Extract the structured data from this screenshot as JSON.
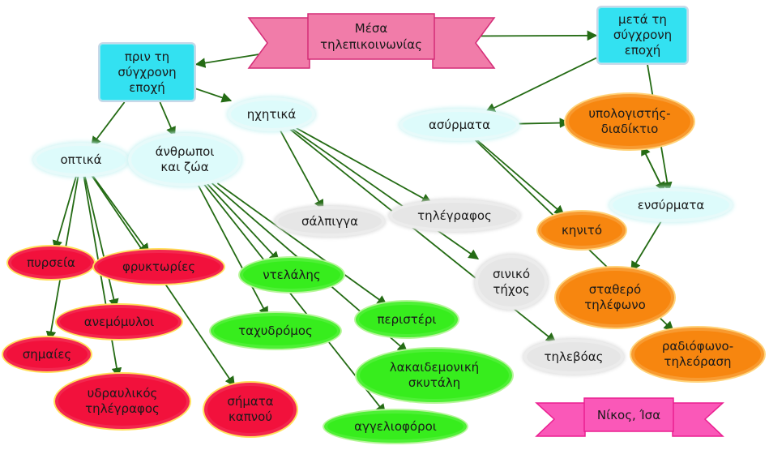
{
  "title": "Μέσα\nτηλεπικοινωνίας",
  "author": "Νίκος, Ίσα",
  "colors": {
    "edge": "#246b14",
    "banner_fill": "#f17ca9",
    "banner_stroke": "#d42c77",
    "author_fill": "#fa58b8",
    "author_stroke": "#ea1f90"
  },
  "nodes": [
    {
      "id": "before",
      "label": "πριν τη\nσύγχρονη\nεποχή",
      "style": "rect"
    },
    {
      "id": "after",
      "label": "μετά τη\nσύγχρονη\nεποχή",
      "style": "rect"
    },
    {
      "id": "optika",
      "label": "οπτικά",
      "style": "light-cyan"
    },
    {
      "id": "anthropoi",
      "label": "άνθρωποι\nκαι ζώα",
      "style": "light-cyan"
    },
    {
      "id": "ichitika",
      "label": "ηχητικά",
      "style": "light-cyan"
    },
    {
      "id": "asyrmata",
      "label": "ασύρματα",
      "style": "light-cyan"
    },
    {
      "id": "ensyrmata",
      "label": "ενσύρματα",
      "style": "light-cyan"
    },
    {
      "id": "ypologistis",
      "label": "υπολογιστής-\nδιαδίκτιο",
      "style": "orange"
    },
    {
      "id": "kinito",
      "label": "κηνιτό",
      "style": "orange"
    },
    {
      "id": "statheros",
      "label": "σταθερό\nτηλέφωνο",
      "style": "orange"
    },
    {
      "id": "radiofono",
      "label": "ραδιόφωνο-\nτηλεόραση",
      "style": "orange"
    },
    {
      "id": "salpigga",
      "label": "σάλπιγγα",
      "style": "gray"
    },
    {
      "id": "tilegrafos",
      "label": "τηλέγραφος",
      "style": "gray"
    },
    {
      "id": "siniko",
      "label": "σινικό\nτήχος",
      "style": "gray"
    },
    {
      "id": "tilevoas",
      "label": "τηλεβόας",
      "style": "gray"
    },
    {
      "id": "pyrseia",
      "label": "πυρσεία",
      "style": "red"
    },
    {
      "id": "fryktories",
      "label": "φρυκτωρίες",
      "style": "red"
    },
    {
      "id": "anemomyloi",
      "label": "ανεμόμυλοι",
      "style": "red"
    },
    {
      "id": "simaies",
      "label": "σημαίες",
      "style": "red"
    },
    {
      "id": "ydravlikos",
      "label": "υδραυλικός\nτηλέγραφος",
      "style": "red"
    },
    {
      "id": "simata",
      "label": "σήματα\nκαπνού",
      "style": "red"
    },
    {
      "id": "ntelalis",
      "label": "ντελάλης",
      "style": "green"
    },
    {
      "id": "peristeri",
      "label": "περιστέρι",
      "style": "green"
    },
    {
      "id": "tachydromos",
      "label": "ταχυδρόμος",
      "style": "green"
    },
    {
      "id": "lakaidemoniki",
      "label": "λακαιδεμονική\nσκυτάλη",
      "style": "green"
    },
    {
      "id": "aggeliofori",
      "label": "αγγελιοφόροι",
      "style": "green"
    }
  ],
  "edges": [
    [
      "title",
      "before"
    ],
    [
      "title",
      "after"
    ],
    [
      "before",
      "optika"
    ],
    [
      "before",
      "anthropoi"
    ],
    [
      "before",
      "ichitika"
    ],
    [
      "after",
      "asyrmata"
    ],
    [
      "after",
      "ensyrmata"
    ],
    [
      "asyrmata",
      "ypologistis"
    ],
    [
      "ensyrmata",
      "ypologistis"
    ],
    [
      "ypologistis",
      "ensyrmata"
    ],
    [
      "asyrmata",
      "kinito"
    ],
    [
      "asyrmata",
      "radiofono"
    ],
    [
      "ensyrmata",
      "statheros"
    ],
    [
      "ichitika",
      "salpigga"
    ],
    [
      "ichitika",
      "tilegrafos"
    ],
    [
      "ichitika",
      "siniko"
    ],
    [
      "ichitika",
      "tilevoas"
    ],
    [
      "optika",
      "pyrseia"
    ],
    [
      "optika",
      "fryktories"
    ],
    [
      "optika",
      "anemomyloi"
    ],
    [
      "optika",
      "simaies"
    ],
    [
      "optika",
      "ydravlikos"
    ],
    [
      "optika",
      "simata"
    ],
    [
      "anthropoi",
      "ntelalis"
    ],
    [
      "anthropoi",
      "peristeri"
    ],
    [
      "anthropoi",
      "tachydromos"
    ],
    [
      "anthropoi",
      "lakaidemoniki"
    ],
    [
      "anthropoi",
      "aggeliofori"
    ]
  ]
}
